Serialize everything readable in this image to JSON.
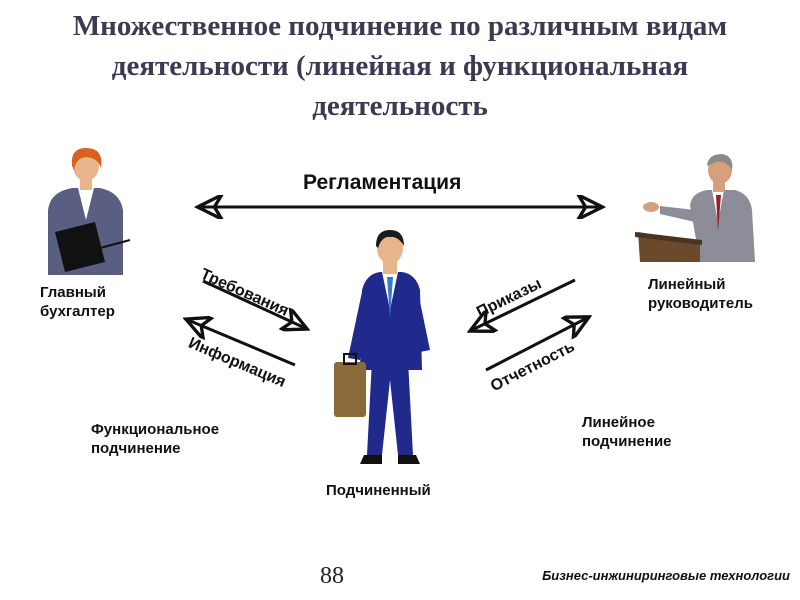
{
  "title": {
    "line1": "Множественное подчинение по различным видам",
    "line2": "деятельности (линейная и функциональная",
    "line3": "деятельность"
  },
  "labels": {
    "reglamentation": "Регламентация",
    "chief_accountant_1": "Главный",
    "chief_accountant_2": "бухгалтер",
    "line_manager_1": "Линейный",
    "line_manager_2": "руководитель",
    "subordinate": "Подчиненный",
    "functional_1": "Функциональное",
    "functional_2": "подчинение",
    "linear_1": "Линейное",
    "linear_2": "подчинение"
  },
  "arrows": {
    "requirements": "Требования",
    "information": "Информация",
    "orders": "Приказы",
    "reporting": "Отчетность"
  },
  "slide_number": "88",
  "footer": "Бизнес-инжиниринговые технологии",
  "colors": {
    "title": "#3a3a52",
    "suit_blue": "#1f2a8c",
    "suit_gray": "#6b6f8c",
    "skin": "#e8b48c",
    "hair_orange": "#d9601e"
  }
}
